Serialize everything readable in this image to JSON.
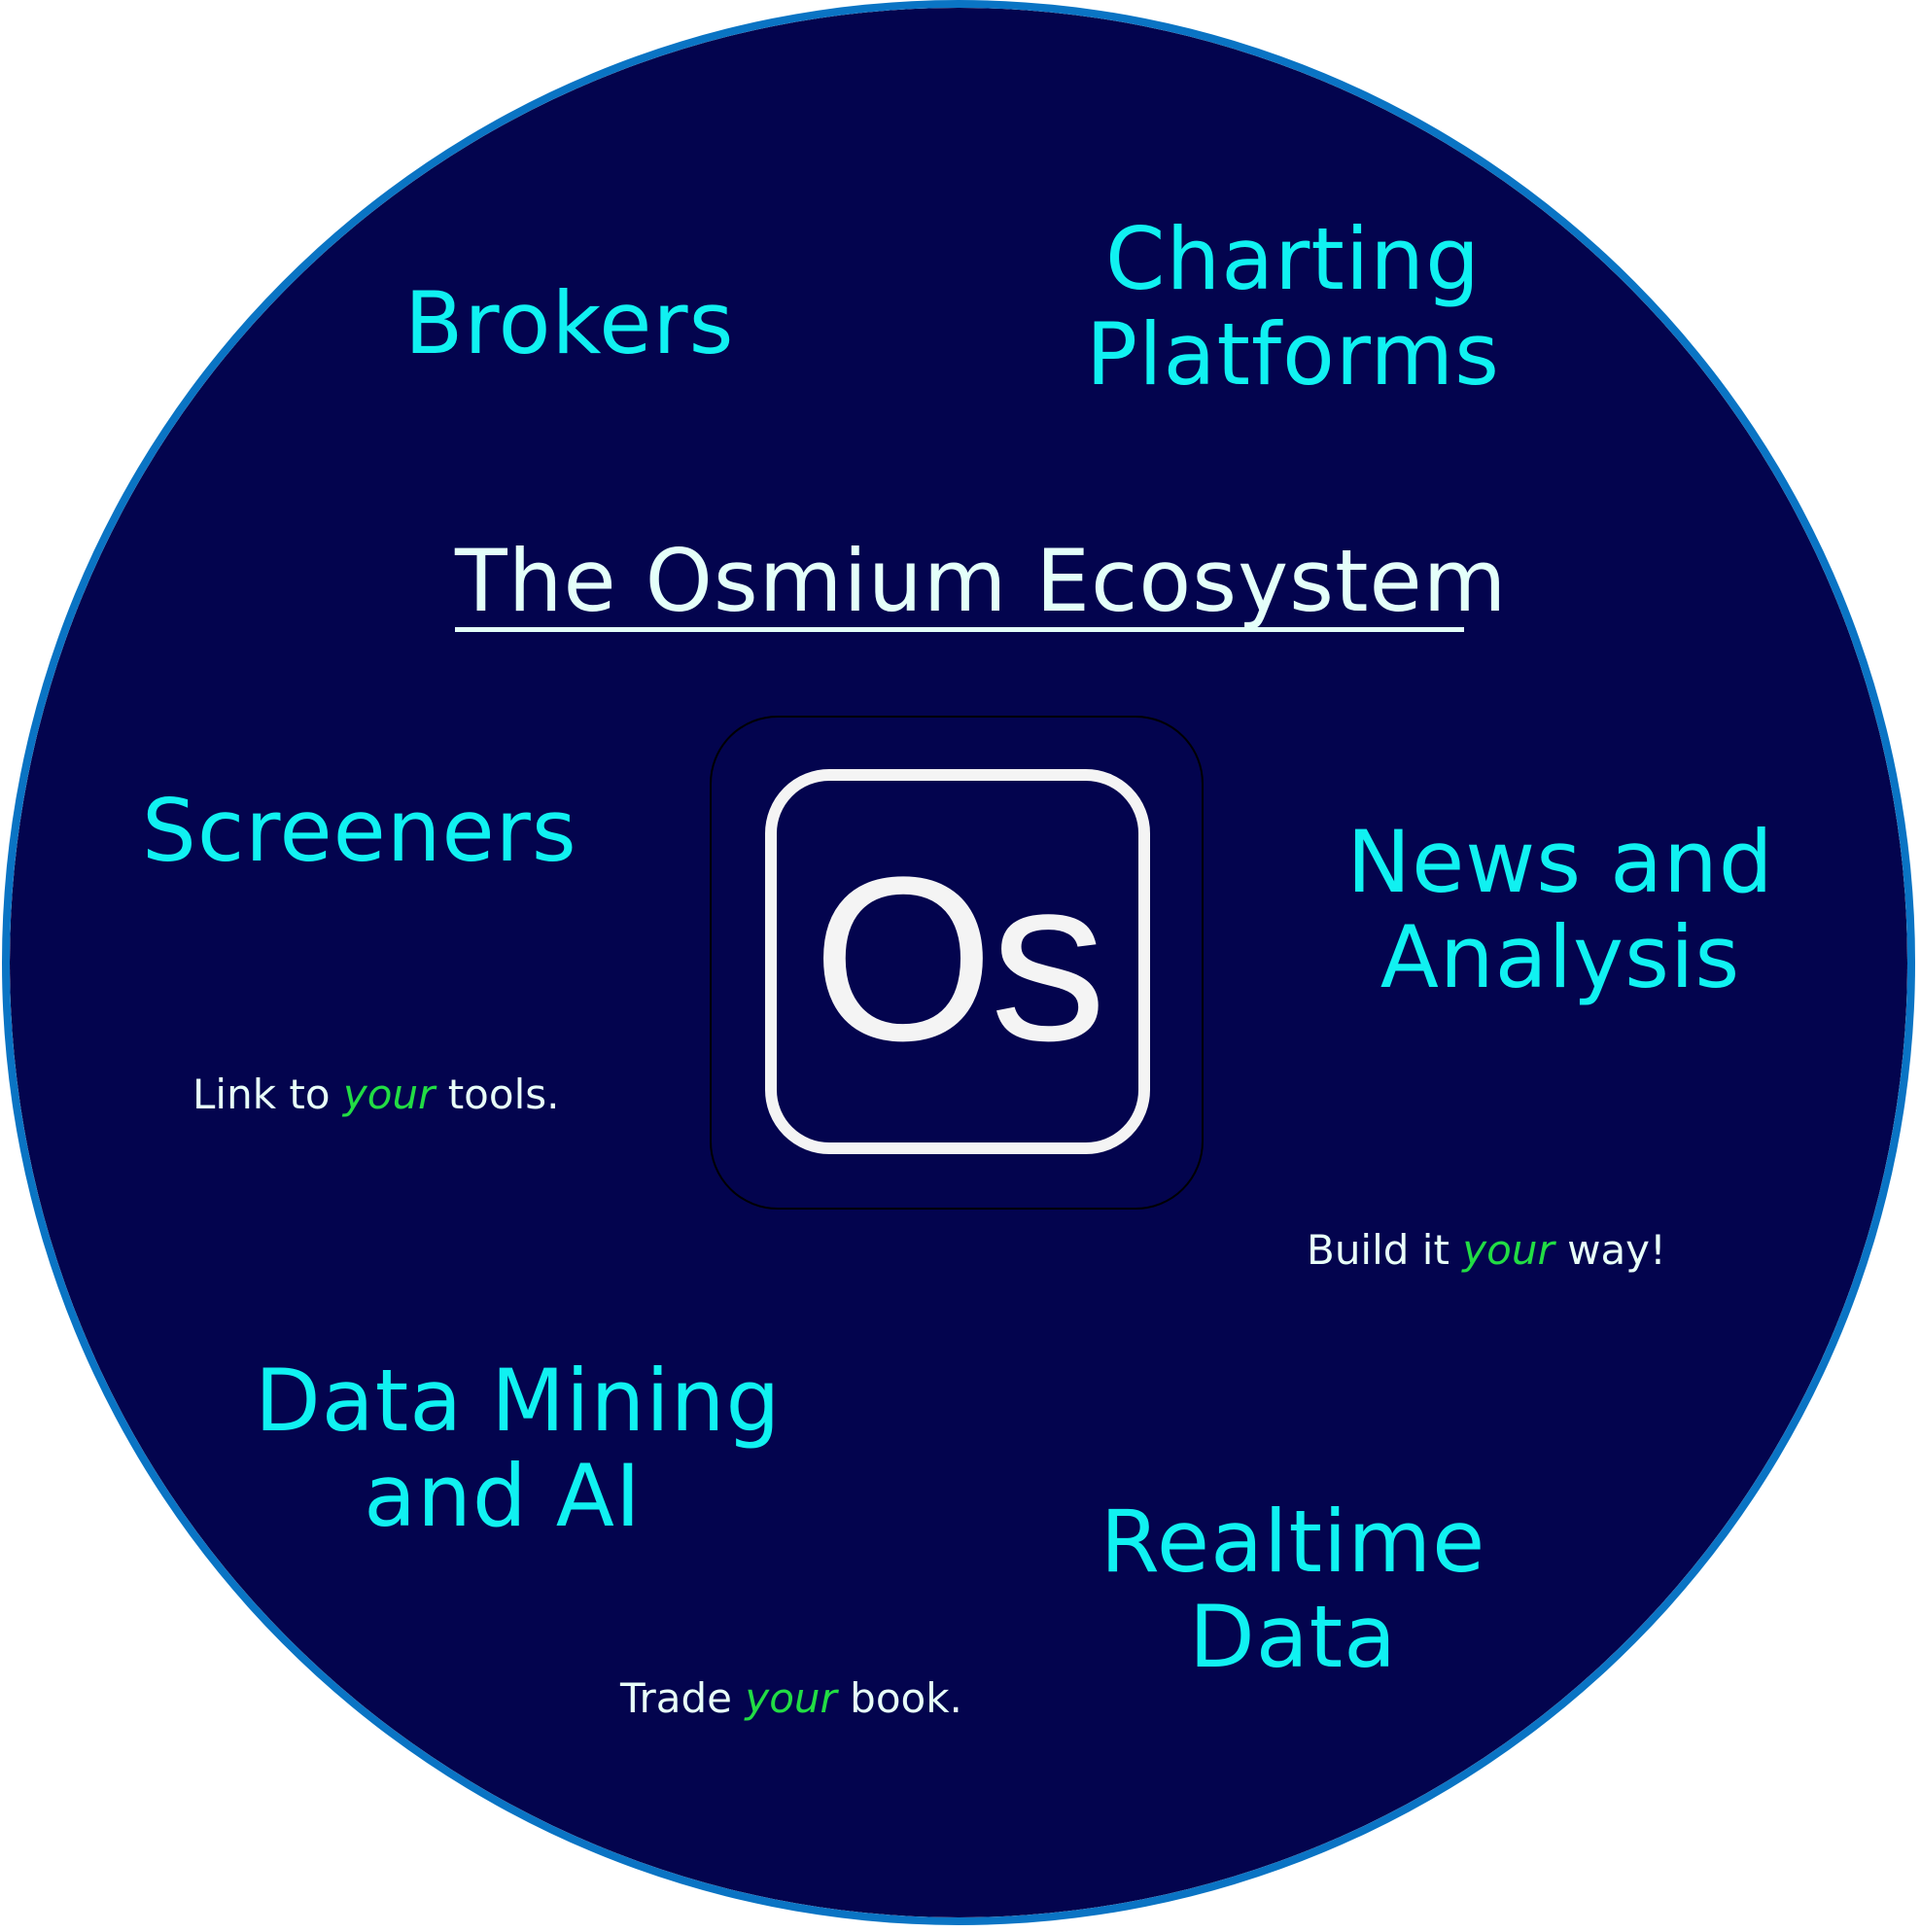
{
  "title": "The Osmium Ecosystem",
  "logo": {
    "text": "Os"
  },
  "categories": {
    "brokers": [
      "Brokers"
    ],
    "charting": [
      "Charting",
      "Platforms"
    ],
    "screeners": [
      "Screeners"
    ],
    "news": [
      "News and",
      "Analysis"
    ],
    "datamining": [
      "Data Mining",
      "and AI"
    ],
    "realtime": [
      "Realtime",
      "Data"
    ]
  },
  "taglines": {
    "link": {
      "before": "Link to",
      "emphasis": "your",
      "after": "tools."
    },
    "build": {
      "before": "Build it",
      "emphasis": "your",
      "after": "way!"
    },
    "trade": {
      "before": "Trade",
      "emphasis": "your",
      "after": "book."
    }
  },
  "colors": {
    "circle_fill": "#03044e",
    "circle_border": "#0a74c4",
    "category_text": "#10f1f1",
    "title_text": "#e4fff9",
    "emphasis": "#22dd44",
    "logo": "#f4f4f4"
  }
}
